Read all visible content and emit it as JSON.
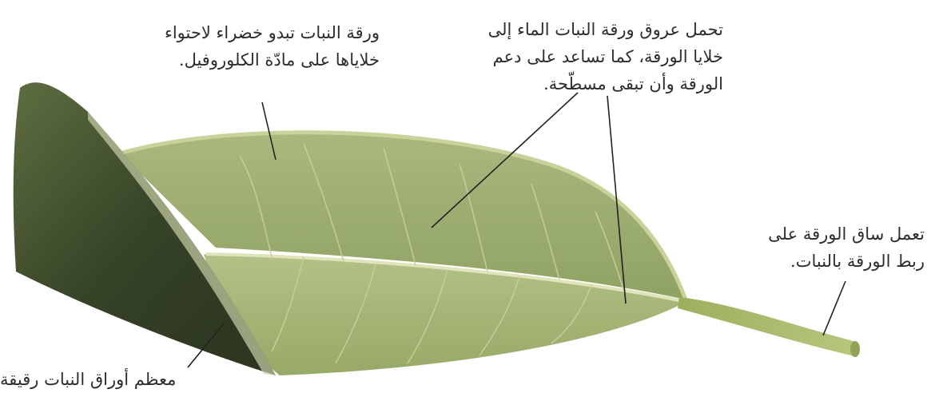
{
  "labels": {
    "color": {
      "line1": "ورقة النبات تبدو خضراء لاحتواء",
      "line2": "خلاياها على مادّة الكلوروفيل."
    },
    "veins": {
      "line1": "تحمل عروق ورقة النبات الماء إلى",
      "line2": "خلايا الورقة، كما تساعد على دعم",
      "line3": "الورقة وأن تبقى مسطّحة."
    },
    "stalk": {
      "line1": "تعمل ساق الورقة على",
      "line2": "ربط الورقة بالنبات."
    },
    "bottom": {
      "line1": "معظم أوراق النبات رقيقة"
    }
  },
  "colors": {
    "leaf_top": "#9fb074",
    "leaf_bottom": "#a9b97e",
    "leaf_fold_dark": "#3c4a2a",
    "midrib": "#d6dcae",
    "stalk": "#a6b96a",
    "leader_line": "#222222"
  }
}
